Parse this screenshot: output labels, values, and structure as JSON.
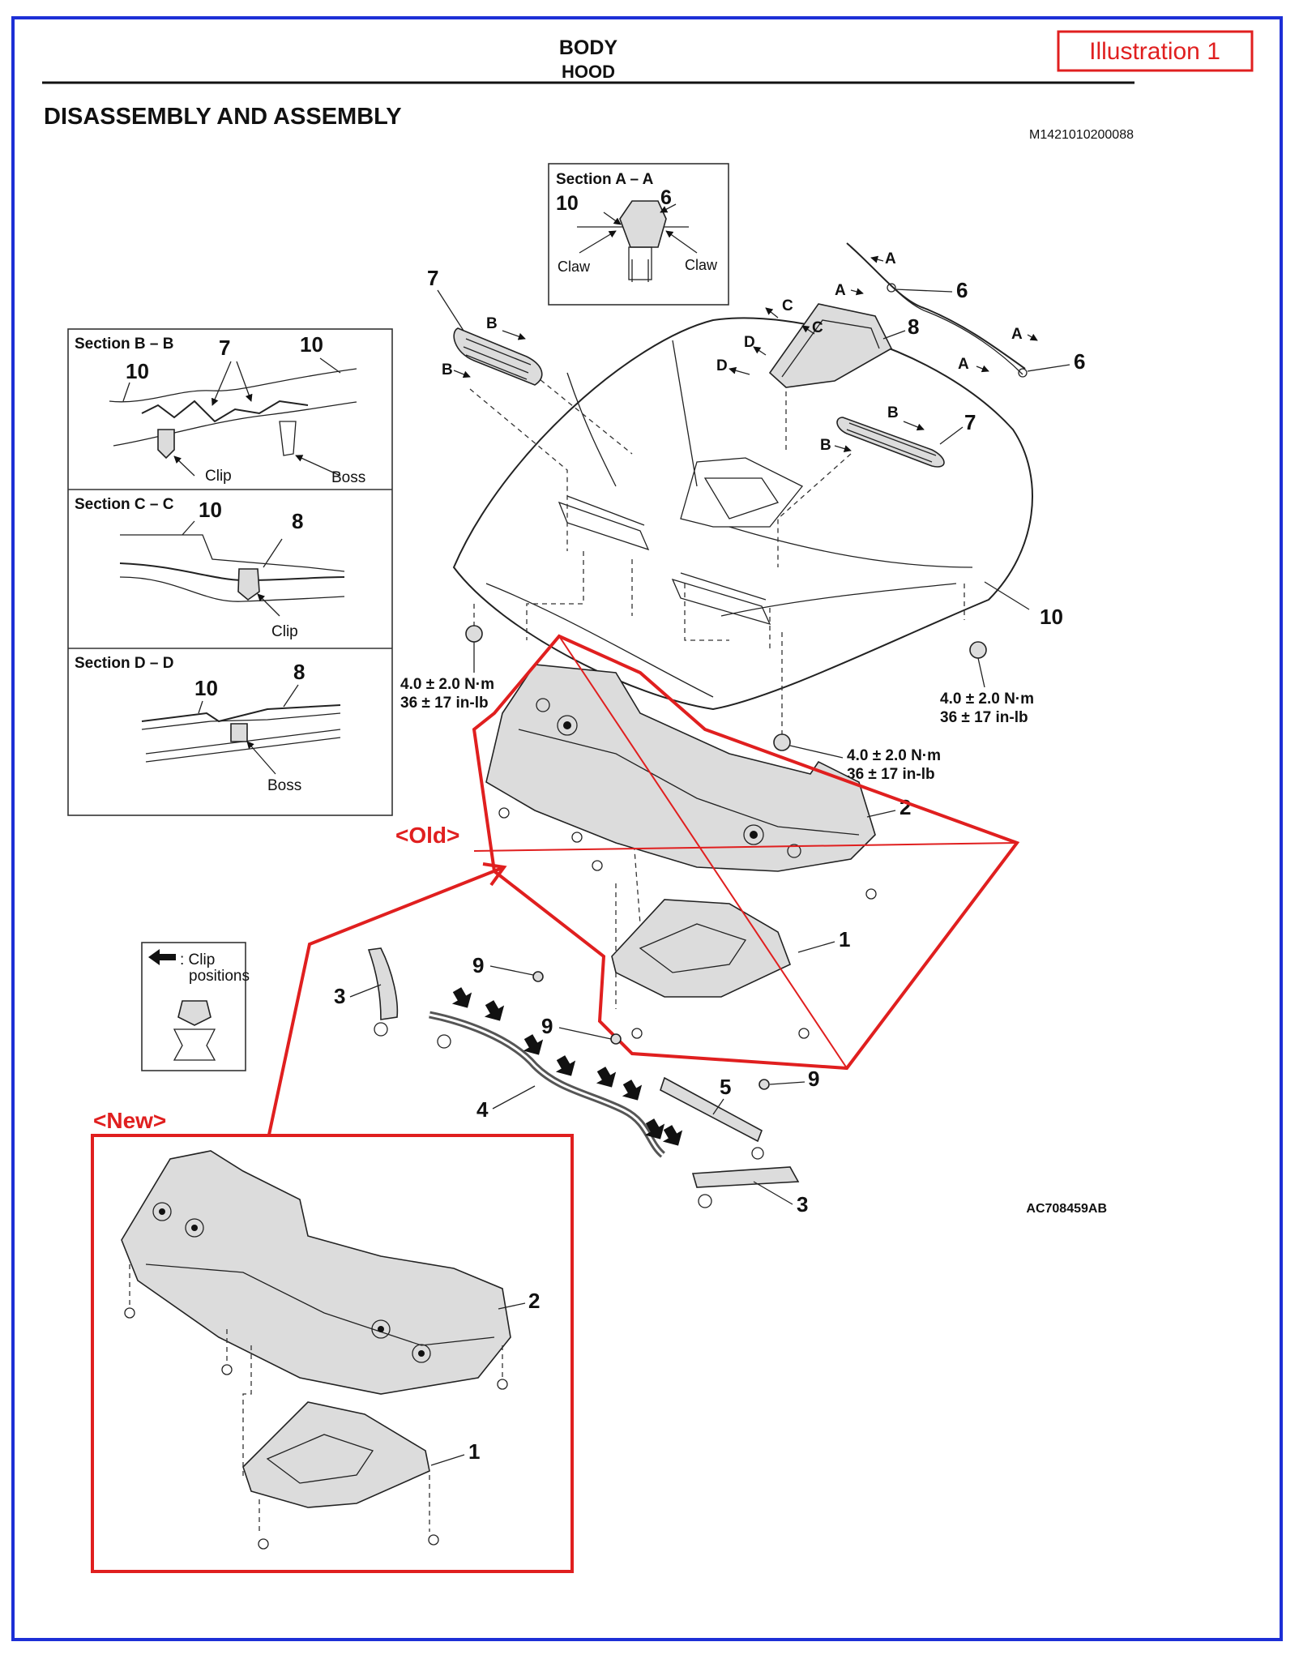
{
  "header": {
    "category": "BODY",
    "subcategory": "HOOD",
    "title": "DISASSEMBLY AND ASSEMBLY",
    "illustration_tag": "Illustration 1",
    "doc_code": "M1421010200088",
    "figure_code": "AC708459AB"
  },
  "sections": {
    "aa": {
      "title": "Section A – A",
      "callouts": [
        "10",
        "6"
      ],
      "labels": [
        "Claw",
        "Claw"
      ]
    },
    "bb": {
      "title": "Section B – B",
      "callouts": [
        "7",
        "10",
        "10"
      ],
      "labels": [
        "Clip",
        "Boss"
      ]
    },
    "cc": {
      "title": "Section C – C",
      "callouts": [
        "10",
        "8"
      ],
      "labels": [
        "Clip"
      ]
    },
    "dd": {
      "title": "Section D – D",
      "callouts": [
        "10",
        "8"
      ],
      "labels": [
        "Boss"
      ]
    }
  },
  "torque": {
    "left": {
      "nm": "4.0 ± 2.0 N·m",
      "inlb": "36 ± 17 in-lb"
    },
    "right": {
      "nm": "4.0 ± 2.0 N·m",
      "inlb": "36 ± 17 in-lb"
    },
    "center": {
      "nm": "4.0 ± 2.0 N·m",
      "inlb": "36 ± 17 in-lb"
    }
  },
  "legend": {
    "symbol_label": ": Clip",
    "label2": "positions"
  },
  "annotations": {
    "old": "<Old>",
    "new": "<New>"
  },
  "callouts": {
    "p1": "1",
    "p2": "2",
    "p3a": "3",
    "p3b": "3",
    "p4": "4",
    "p5": "5",
    "p6a": "6",
    "p6b": "6",
    "p7a": "7",
    "p7b": "7",
    "p8": "8",
    "p9a": "9",
    "p9b": "9",
    "p9c": "9",
    "p10": "10",
    "new1": "1",
    "new2": "2"
  },
  "view_arrows": [
    "A",
    "A",
    "A",
    "A",
    "B",
    "B",
    "B",
    "B",
    "C",
    "C",
    "D",
    "D"
  ],
  "colors": {
    "frame": "#1d2fd6",
    "highlight": "#e01f1f",
    "ink": "#111111"
  }
}
